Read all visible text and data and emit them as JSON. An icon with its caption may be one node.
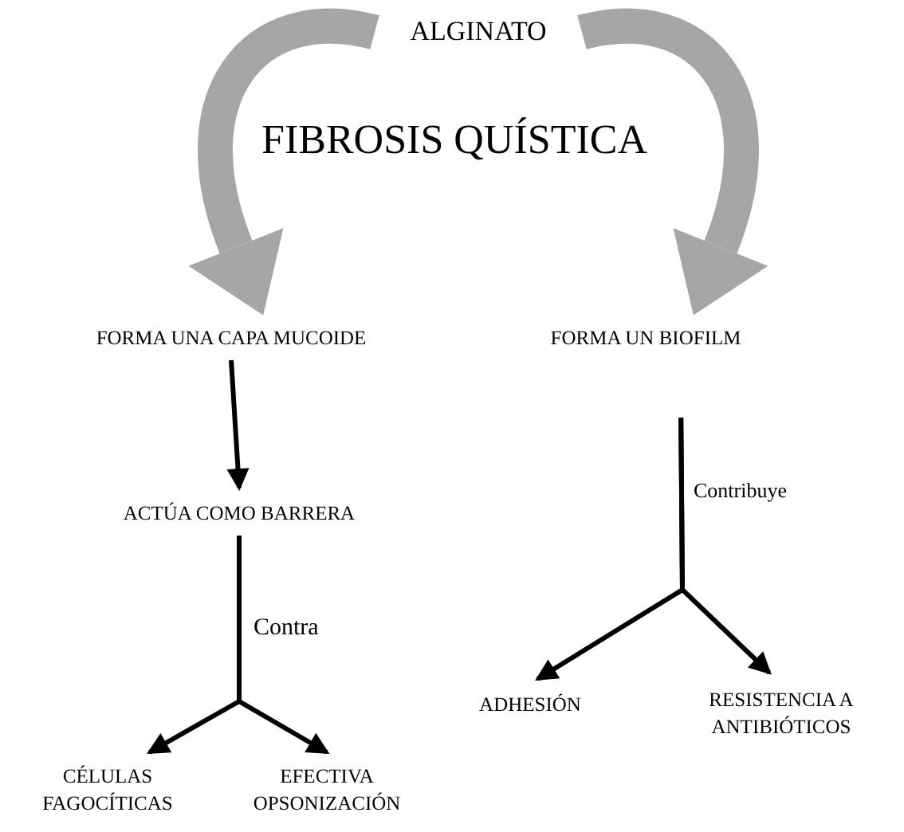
{
  "diagram": {
    "nodes": [
      {
        "text": [
          "ALGINATO"
        ]
      },
      {
        "text": [
          "FIBROSIS QUÍSTICA"
        ]
      },
      {
        "text": [
          "FORMA UNA CAPA MUCOIDE"
        ]
      },
      {
        "text": [
          "FORMA UN BIOFILM"
        ]
      },
      {
        "text": [
          "ACTÚA COMO BARRERA"
        ]
      },
      {
        "text": [
          "CÉLULAS FAGOCÍTICAS"
        ]
      },
      {
        "text": [
          "EFECTIVA OPSONIZACIÓN"
        ]
      },
      {
        "text": [
          "ADHESIÓN"
        ]
      },
      {
        "text": [
          "RESISTENCIA A ANTIBIÓTICOS"
        ]
      }
    ],
    "edges": [
      {
        "from": 0,
        "to": 2,
        "arrow": "to",
        "style": "thick",
        "color": "#a6a6a6"
      },
      {
        "from": 0,
        "to": 3,
        "arrow": "to",
        "style": "thick",
        "color": "#a6a6a6"
      },
      {
        "from": 2,
        "to": 4,
        "arrow": "to"
      },
      {
        "from": 4,
        "to": 5,
        "arrow": "to",
        "label": "Contra"
      },
      {
        "from": 4,
        "to": 6,
        "arrow": "to"
      },
      {
        "from": 3,
        "to": 7,
        "arrow": "to",
        "label": "Contribuye"
      },
      {
        "from": 3,
        "to": 8,
        "arrow": "to"
      }
    ]
  }
}
